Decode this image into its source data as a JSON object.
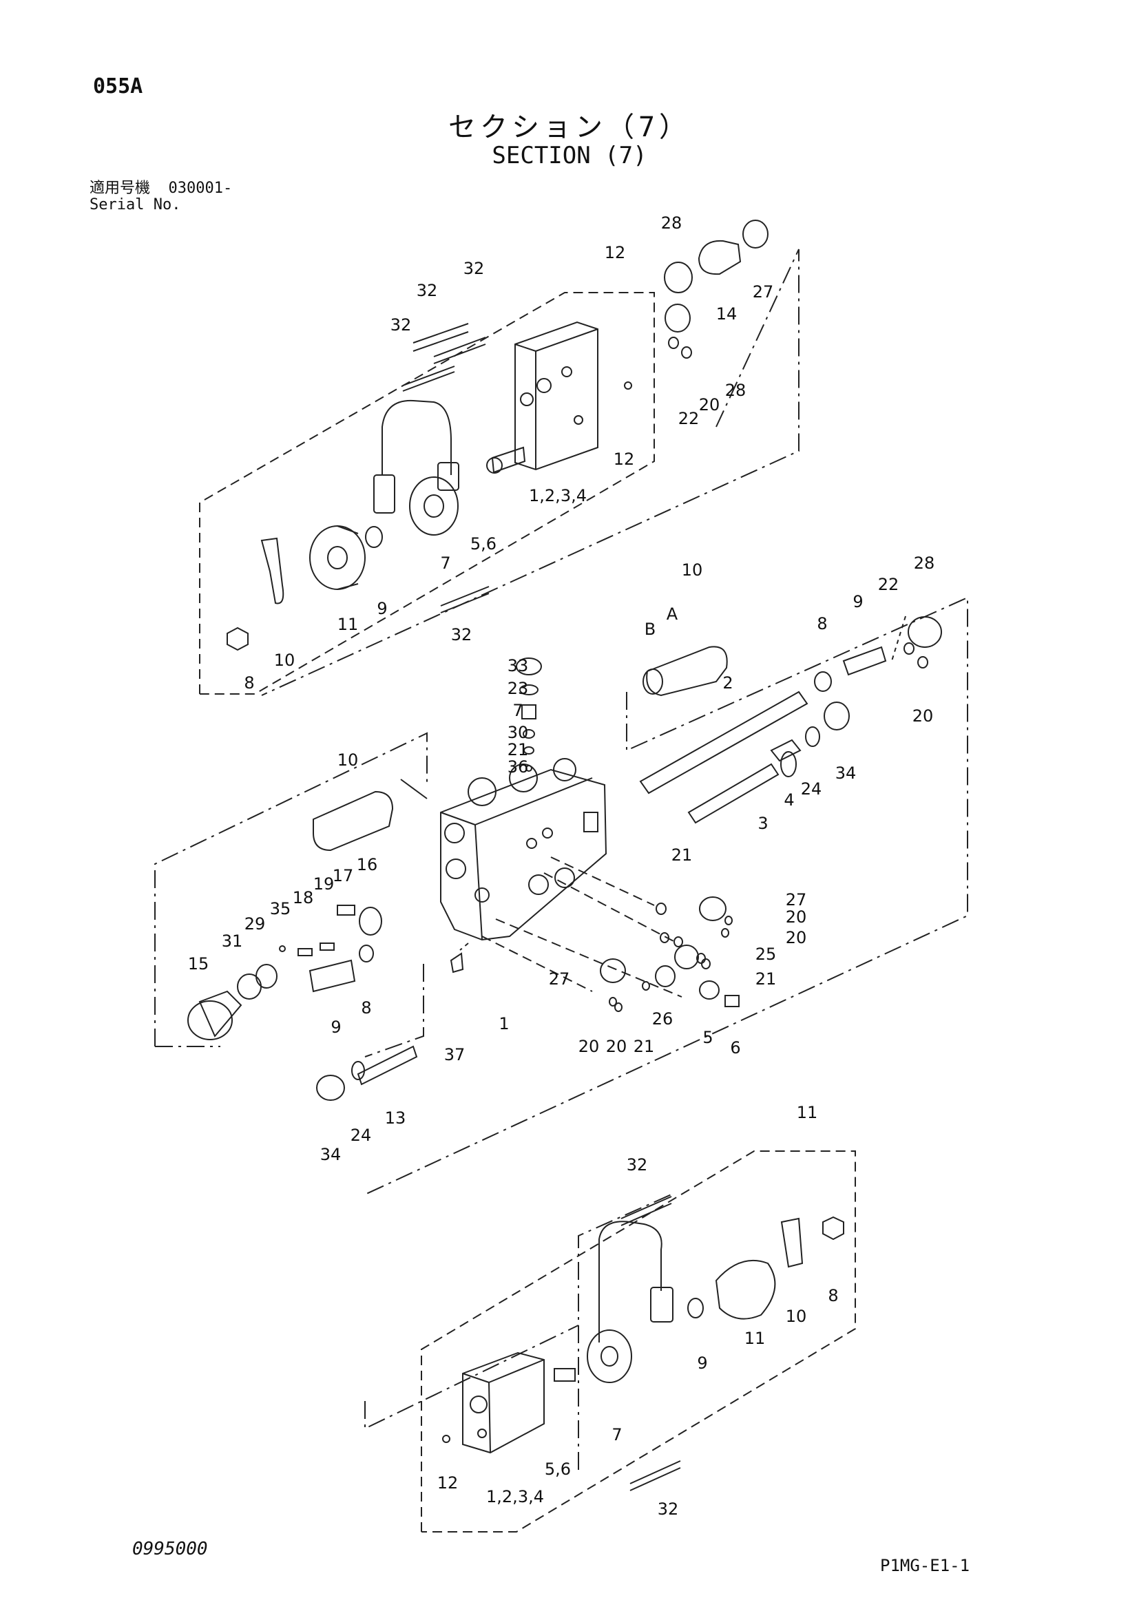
{
  "header": {
    "page_code": "055A",
    "title_jp": "セクション（7）",
    "title_en": "SECTION (7)",
    "serial_label_jp": "適用号機",
    "serial_value": "030001-",
    "serial_label_en": "Serial No."
  },
  "footer": {
    "left_code": "0995000",
    "right_code": "P1MG-E1-1"
  },
  "part_labels": [
    "28",
    "27",
    "12",
    "14",
    "32",
    "32",
    "32",
    "28",
    "22",
    "20",
    "12",
    "1,2,3,4",
    "5,6",
    "7",
    "9",
    "11",
    "10",
    "8",
    "32",
    "10",
    "B",
    "A",
    "28",
    "22",
    "9",
    "8",
    "20",
    "33",
    "23",
    "7",
    "30",
    "21",
    "36",
    "2",
    "34",
    "24",
    "4",
    "3",
    "10",
    "16",
    "17",
    "19",
    "18",
    "35",
    "29",
    "31",
    "15",
    "9",
    "8",
    "37",
    "1",
    "21",
    "27",
    "20",
    "20",
    "25",
    "21",
    "27",
    "20",
    "20",
    "21",
    "26",
    "5",
    "6",
    "34",
    "24",
    "13",
    "11",
    "32",
    "8",
    "10",
    "11",
    "9",
    "7",
    "5,6",
    "1,2,3,4",
    "12",
    "32"
  ]
}
